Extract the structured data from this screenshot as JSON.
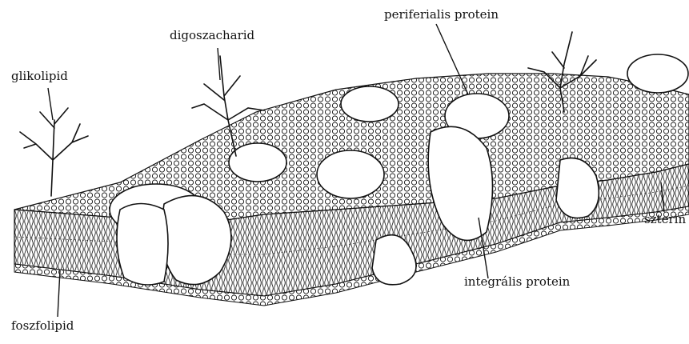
{
  "labels": {
    "glikolipid": "glikolipid",
    "digoszacharid": "digoszacharid",
    "periferialis": "periferialis protein",
    "sztrin": "szterin",
    "integralis": "integrális protein",
    "foszfolipid": "foszfolipid"
  },
  "colors": {
    "ink": "#111111",
    "paper": "#ffffff",
    "shade": "#d9d9d9"
  },
  "icons": {
    "membrane": "lipid-bilayer-illustration",
    "protein": "protein-blob",
    "sugar": "branched-oligosaccharide"
  }
}
